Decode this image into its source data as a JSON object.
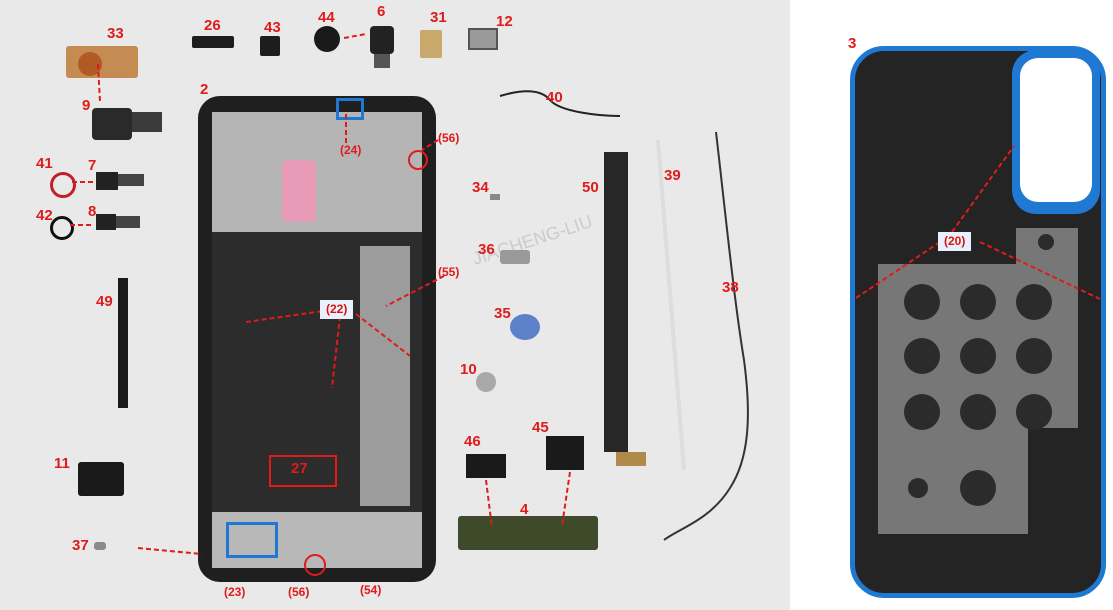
{
  "part_labels": {
    "n2": "2",
    "n3": "3",
    "n4": "4",
    "n6": "6",
    "n7": "7",
    "n8": "8",
    "n9": "9",
    "n10": "10",
    "n11": "11",
    "n12": "12",
    "n26": "26",
    "n27": "27",
    "n31": "31",
    "n33": "33",
    "n34": "34",
    "n35": "35",
    "n36": "36",
    "n37": "37",
    "n38": "38",
    "n39": "39",
    "n40": "40",
    "n41": "41",
    "n42": "42",
    "n43": "43",
    "n44": "44",
    "n45": "45",
    "n46": "46",
    "n49": "49",
    "n50": "50"
  },
  "callouts": {
    "c20": "(20)",
    "c22": "(22)",
    "c23": "(23)",
    "c24": "(24)",
    "c54": "(54)",
    "c55": "(55)",
    "c56a": "(56)",
    "c56b": "(56)"
  },
  "colors": {
    "label_red": "#e01b1b",
    "highlight_blue": "#1f78d1",
    "back_cover_border": "#1f78d1"
  }
}
